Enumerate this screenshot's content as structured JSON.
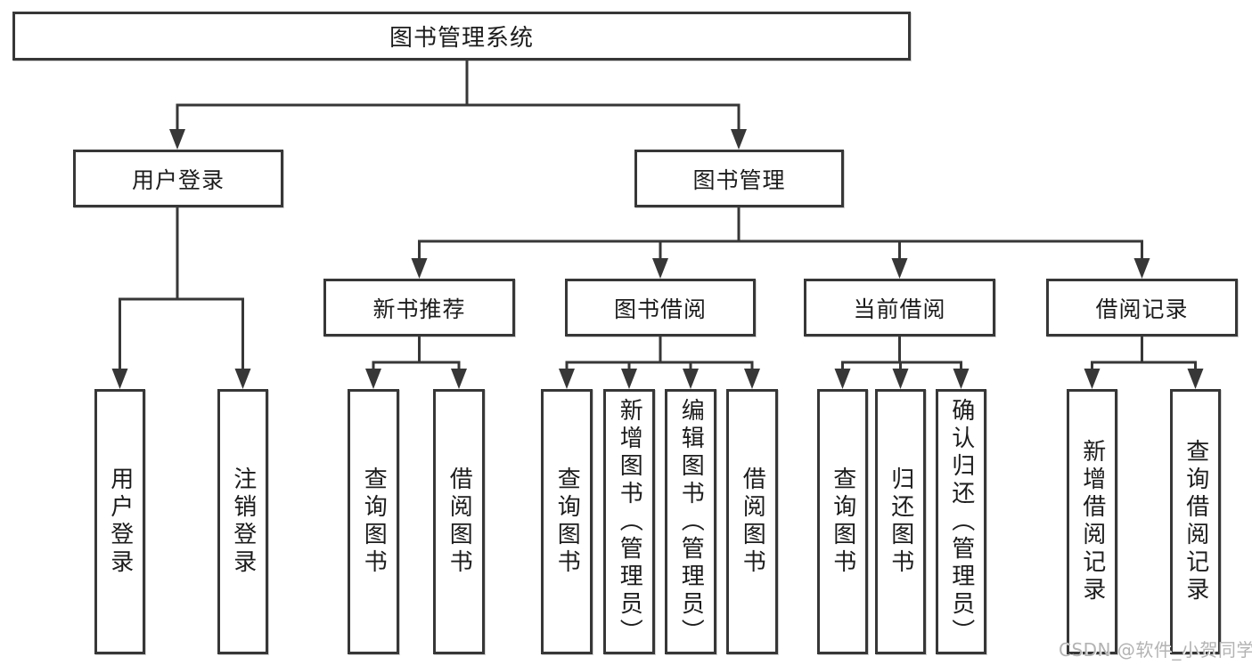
{
  "diagram_type": "hierarchy-tree",
  "colors": {
    "line": "#373737",
    "box_border": "#373737",
    "box_fill": "#ffffff",
    "text": "#1c1c1c",
    "watermark": "#b3b3b3",
    "background": "#ffffff"
  },
  "tree": {
    "label": "图书管理系统",
    "children": [
      {
        "label": "用户登录",
        "children": [
          {
            "label": "用户登录"
          },
          {
            "label": "注销登录"
          }
        ]
      },
      {
        "label": "图书管理",
        "children": [
          {
            "label": "新书推荐",
            "children": [
              {
                "label": "查询图书"
              },
              {
                "label": "借阅图书"
              }
            ]
          },
          {
            "label": "图书借阅",
            "children": [
              {
                "label": "查询图书"
              },
              {
                "label": "新增图书（管理员）"
              },
              {
                "label": "编辑图书（管理员）"
              },
              {
                "label": "借阅图书"
              }
            ]
          },
          {
            "label": "当前借阅",
            "children": [
              {
                "label": "查询图书"
              },
              {
                "label": "归还图书"
              },
              {
                "label": "确认归还（管理员）"
              }
            ]
          },
          {
            "label": "借阅记录",
            "children": [
              {
                "label": "新增借阅记录"
              },
              {
                "label": "查询借阅记录"
              }
            ]
          }
        ]
      }
    ]
  },
  "watermark": {
    "text": "CSDN @软件_小贺同学"
  }
}
